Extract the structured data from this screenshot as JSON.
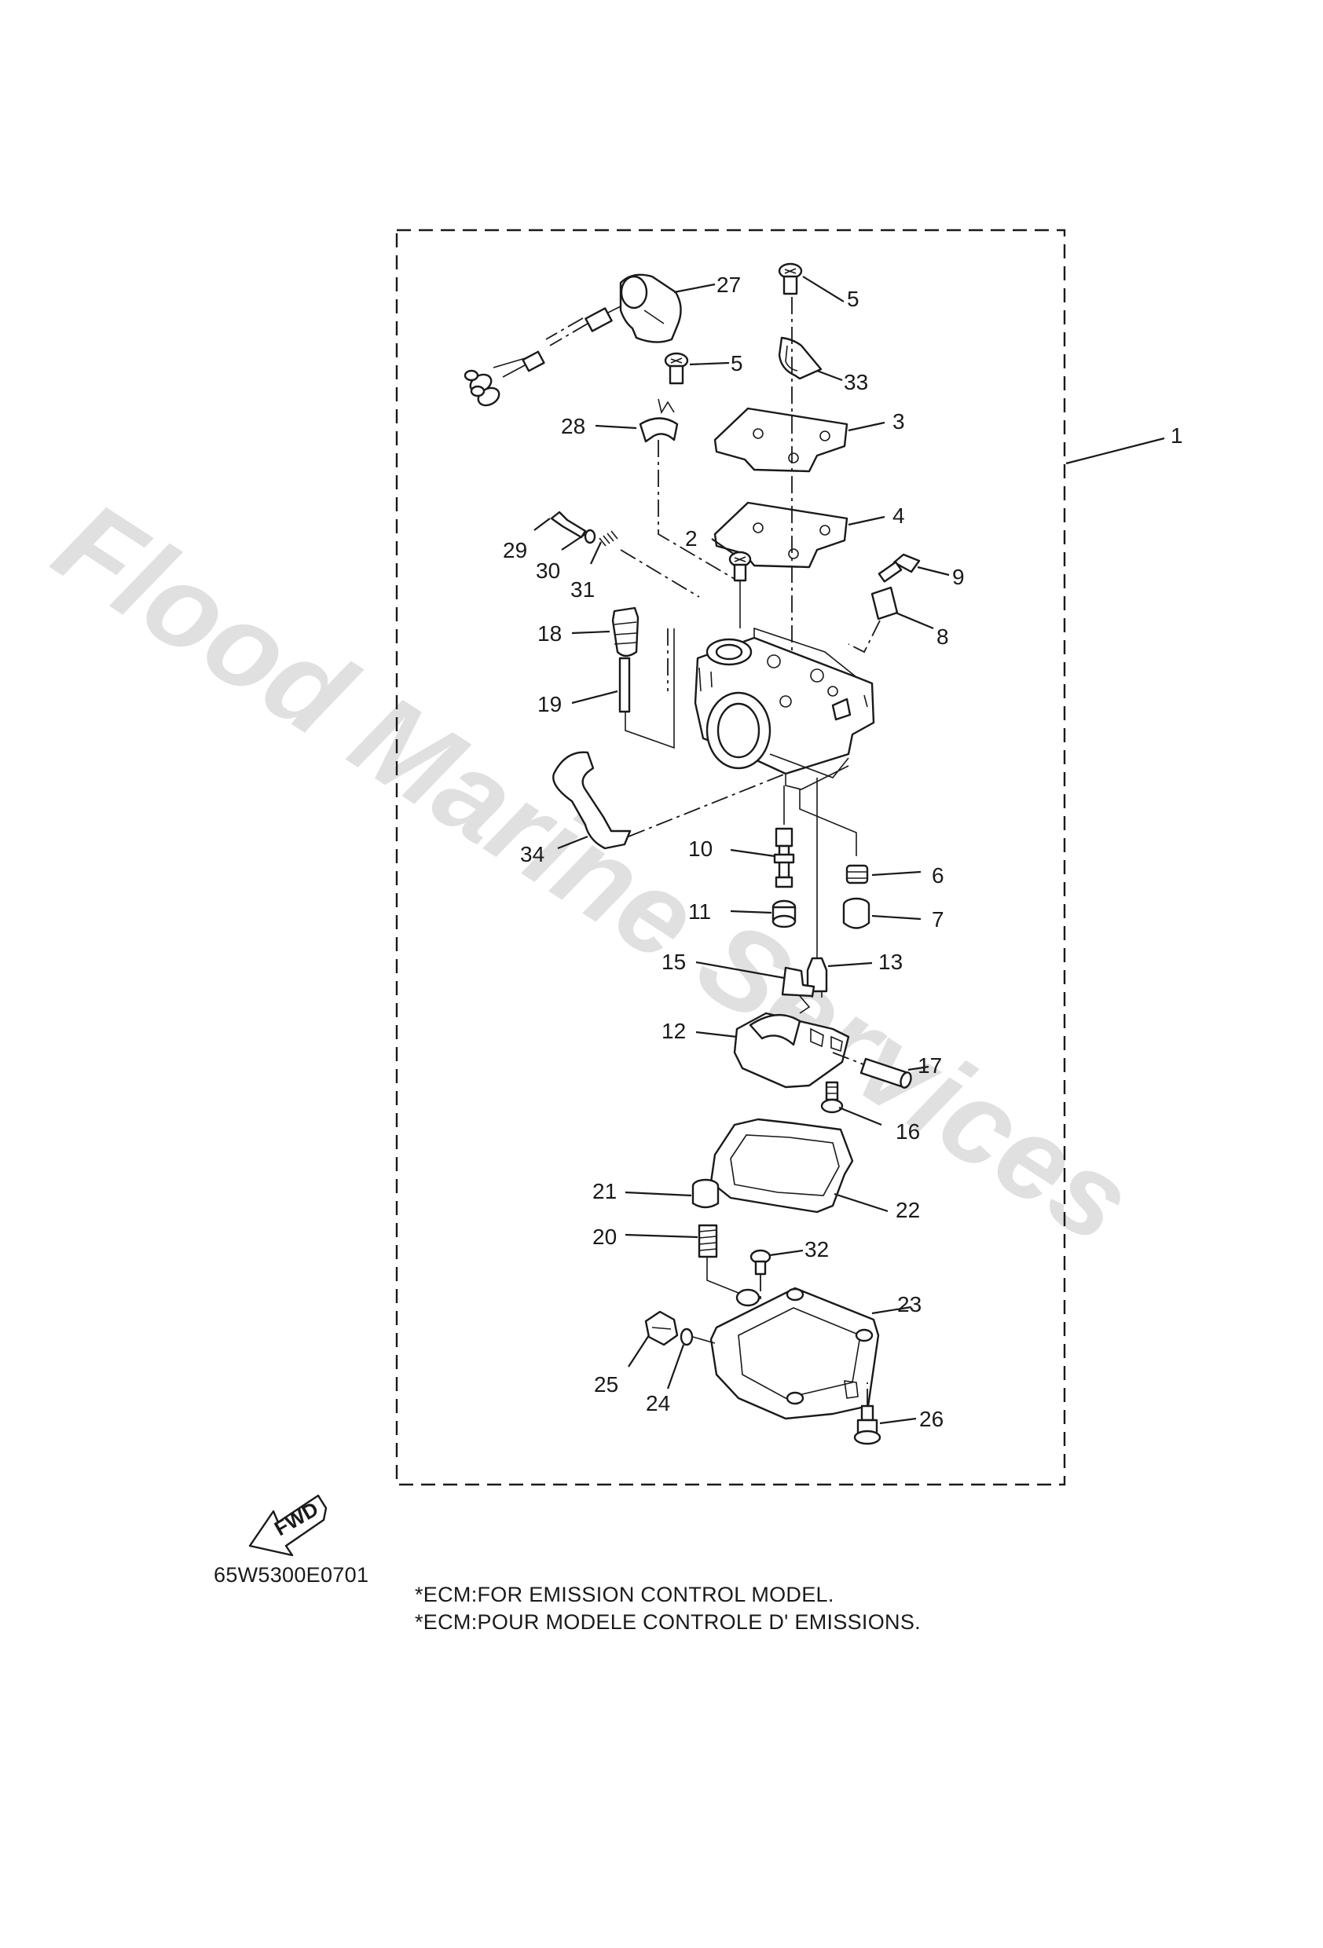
{
  "watermark": "Flood Marine Services",
  "diagram_code": "65W5300E0701",
  "notes": {
    "en": "*ECM:FOR EMISSION CONTROL MODEL.",
    "fr": "*ECM:POUR MODELE CONTROLE D' EMISSIONS."
  },
  "fwd_label": "FWD",
  "callouts": [
    {
      "id": "27",
      "label": "27"
    },
    {
      "id": "5a",
      "label": "5"
    },
    {
      "id": "5b",
      "label": "5"
    },
    {
      "id": "33",
      "label": "33"
    },
    {
      "id": "28",
      "label": "28"
    },
    {
      "id": "3",
      "label": "3"
    },
    {
      "id": "1",
      "label": "1"
    },
    {
      "id": "4",
      "label": "4"
    },
    {
      "id": "2",
      "label": "2"
    },
    {
      "id": "29",
      "label": "29"
    },
    {
      "id": "30",
      "label": "30"
    },
    {
      "id": "31",
      "label": "31"
    },
    {
      "id": "9",
      "label": "9"
    },
    {
      "id": "8",
      "label": "8"
    },
    {
      "id": "18",
      "label": "18"
    },
    {
      "id": "19",
      "label": "19"
    },
    {
      "id": "34",
      "label": "34"
    },
    {
      "id": "10",
      "label": "10"
    },
    {
      "id": "6",
      "label": "6"
    },
    {
      "id": "11",
      "label": "11"
    },
    {
      "id": "7",
      "label": "7"
    },
    {
      "id": "15",
      "label": "15"
    },
    {
      "id": "13",
      "label": "13"
    },
    {
      "id": "12",
      "label": "12"
    },
    {
      "id": "17",
      "label": "17"
    },
    {
      "id": "16",
      "label": "16"
    },
    {
      "id": "21",
      "label": "21"
    },
    {
      "id": "22",
      "label": "22"
    },
    {
      "id": "20",
      "label": "20"
    },
    {
      "id": "32",
      "label": "32"
    },
    {
      "id": "23",
      "label": "23"
    },
    {
      "id": "25",
      "label": "25"
    },
    {
      "id": "24",
      "label": "24"
    },
    {
      "id": "26",
      "label": "26"
    }
  ]
}
